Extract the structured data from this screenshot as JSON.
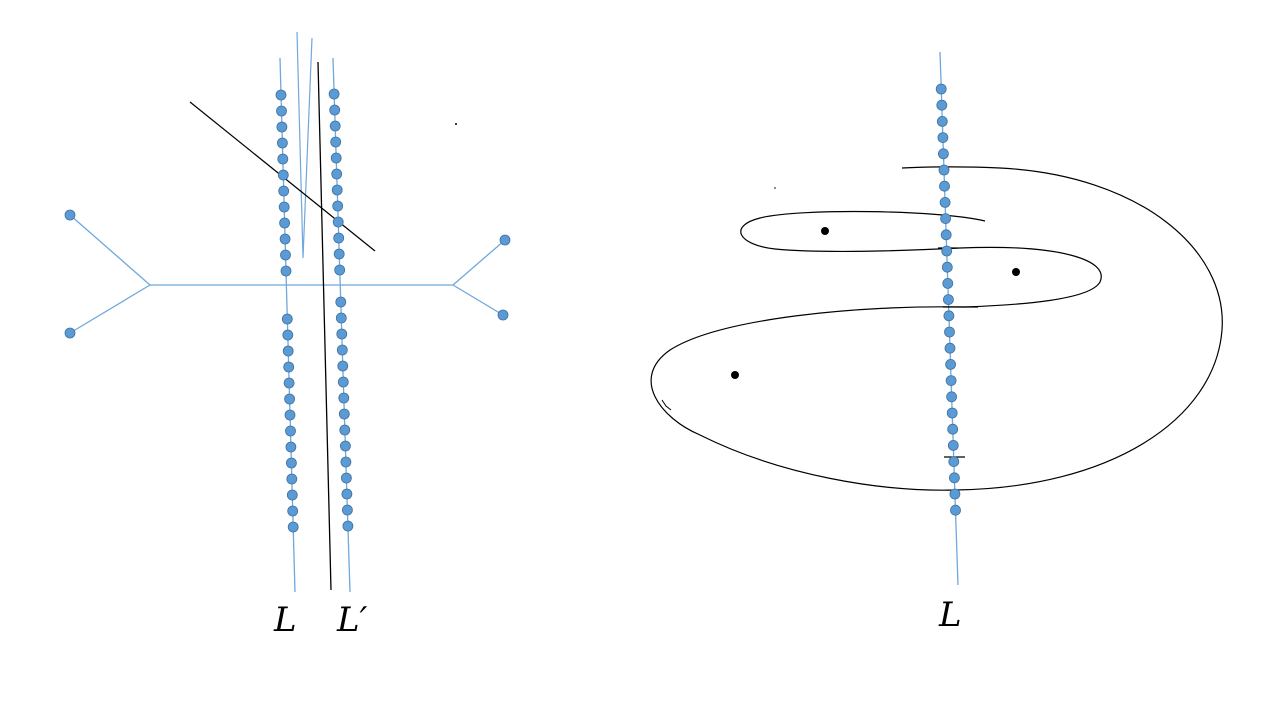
{
  "labels": {
    "left_line": "L",
    "left_line_prime": "L′",
    "right_line": "L"
  },
  "colors": {
    "dot_fill": "#5b9bd5",
    "dot_stroke": "#41719c",
    "blue_line": "#6fa8dc",
    "black_line": "#000000"
  }
}
